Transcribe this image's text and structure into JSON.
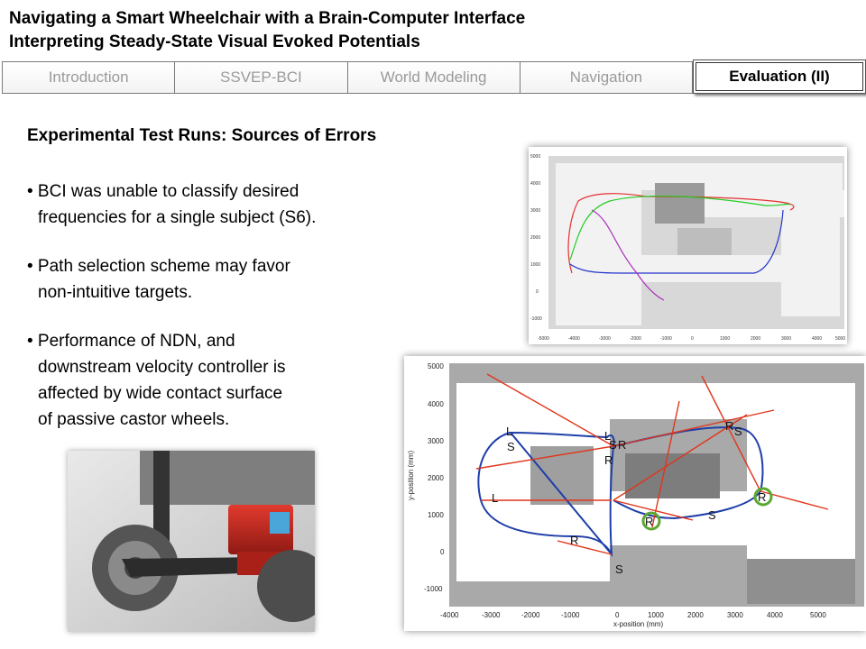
{
  "title": {
    "line1": "Navigating a Smart Wheelchair with a Brain-Computer Interface",
    "line2": "Interpreting Steady-State Visual Evoked Potentials"
  },
  "tabs": [
    {
      "label": "Introduction"
    },
    {
      "label": "SSVEP-BCI"
    },
    {
      "label": "World Modeling"
    },
    {
      "label": "Navigation"
    }
  ],
  "active_tab": {
    "label": "Evaluation (II)"
  },
  "section_heading": "Experimental Test Runs: Sources of Errors",
  "bullets": [
    {
      "lines": [
        "• BCI was unable to classify desired",
        "frequencies for a single subject (S6)."
      ]
    },
    {
      "lines": [
        "• Path selection scheme may favor",
        "non-intuitive targets."
      ]
    },
    {
      "lines": [
        "• Performance of NDN, and",
        "downstream velocity controller is",
        "affected by wide contact surface",
        "of passive castor wheels."
      ]
    }
  ],
  "top_map": {
    "y_ticks": [
      "5000",
      "4000",
      "3000",
      "2000",
      "1000",
      "0",
      "-1000"
    ],
    "x_ticks": [
      "-5000",
      "-4000",
      "-3000",
      "-2000",
      "-1000",
      "0",
      "1000",
      "2000",
      "3000",
      "4000",
      "5000"
    ]
  },
  "bottom_map": {
    "ylabel": "y-position (mm)",
    "xlabel": "x-position (mm)",
    "y_ticks": [
      "5000",
      "4000",
      "3000",
      "2000",
      "1000",
      "0",
      "-1000"
    ],
    "x_ticks": [
      "-4000",
      "-3000",
      "-2000",
      "-1000",
      "0",
      "1000",
      "2000",
      "3000",
      "4000",
      "5000"
    ],
    "markers": [
      "L",
      "S",
      "L",
      "S",
      "R",
      "R",
      "R",
      "S",
      "R",
      "R",
      "R",
      "S",
      "S",
      "L"
    ],
    "colors": {
      "path": "#1f3fa8",
      "arrow": "#e0361b",
      "circle": "#5aa832"
    }
  }
}
